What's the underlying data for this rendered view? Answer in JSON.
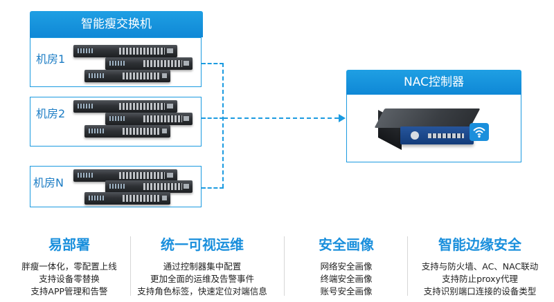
{
  "switch_group": {
    "title": "智能瘦交换机",
    "rooms": [
      {
        "label": "机房1"
      },
      {
        "label": "机房2"
      },
      {
        "label": "机房N"
      }
    ]
  },
  "nac": {
    "title": "NAC控制器",
    "wifi_icon": "wifi-icon"
  },
  "colors": {
    "accent": "#1a8fdc",
    "header_blue": "#1f9fe3",
    "border_blue": "#1a9ae0"
  },
  "features": [
    {
      "title": "易部署",
      "lines": [
        "胖瘦一体化，零配置上线",
        "支持设备零替换",
        "支持APP管理和告警"
      ]
    },
    {
      "title": "统一可视运维",
      "lines": [
        "通过控制器集中配置",
        "更加全面的运维及告警事件",
        "支持角色标签，快速定位对端信息"
      ]
    },
    {
      "title": "安全画像",
      "lines": [
        "网络安全画像",
        "终端安全画像",
        "账号安全画像"
      ]
    },
    {
      "title": "智能边缘安全",
      "lines": [
        "支持与防火墙、AC、NAC联动",
        "支持防止proxy代理",
        "支持识别端口连接的设备类型"
      ]
    }
  ]
}
